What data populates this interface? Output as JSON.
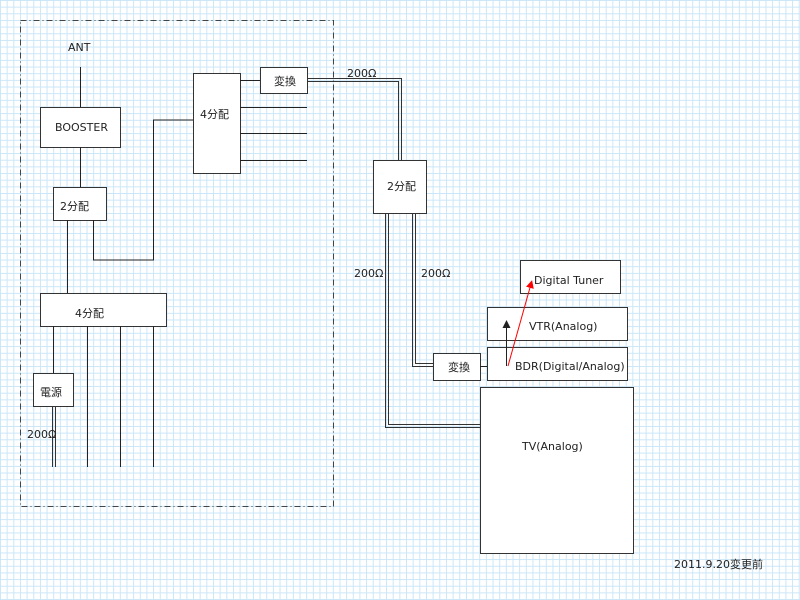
{
  "diagram": {
    "antenna_label": "ANT",
    "booster_label": "BOOSTER",
    "splitter2_left_label": "2分配",
    "splitter4_top_label": "4分配",
    "splitter4_bottom_label": "4分配",
    "power_label": "電源",
    "converter_top_label": "変換",
    "splitter2_right_label": "2分配",
    "converter_bottom_label": "変換",
    "digital_tuner_label": "Digital Tuner",
    "vtr_label": "VTR(Analog)",
    "bdr_label": "BDR(Digital/Analog)",
    "tv_label": "TV(Analog)",
    "ohm_labels": [
      "200Ω",
      "200Ω",
      "200Ω",
      "200Ω"
    ],
    "date_note": "2011.9.20変更前",
    "colors": {
      "grid": "#c9e6f8",
      "line": "#222222",
      "highlight_arrow": "#ff0000"
    }
  }
}
